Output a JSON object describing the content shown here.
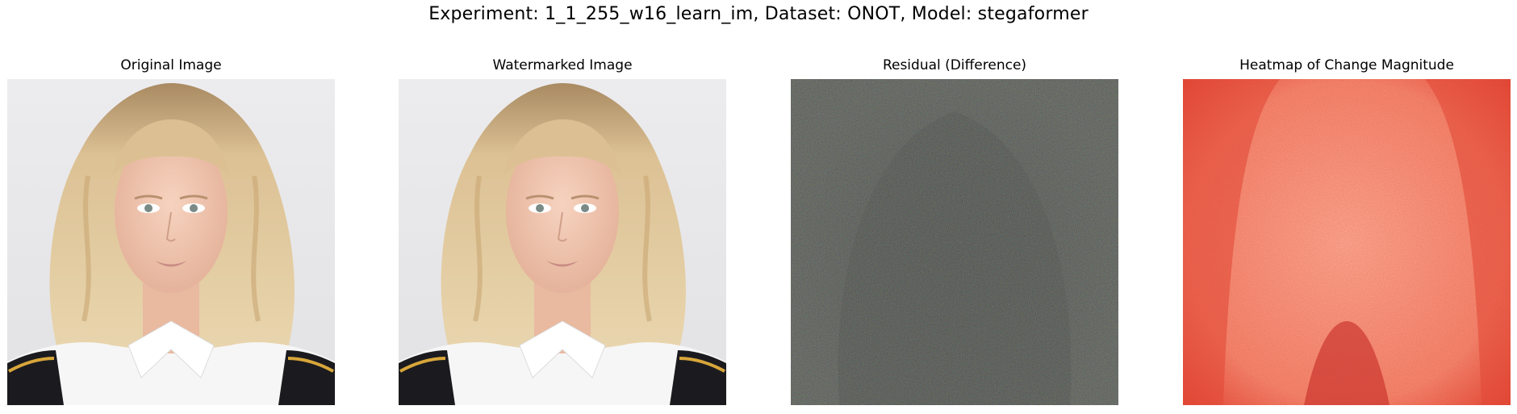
{
  "suptitle": "Experiment: 1_1_255_w16_learn_im, Dataset: ONOT, Model: stegaformer",
  "panels": [
    {
      "title": "Original Image",
      "kind": "photo"
    },
    {
      "title": "Watermarked Image",
      "kind": "photo"
    },
    {
      "title": "Residual (Difference)",
      "kind": "noise"
    },
    {
      "title": "Heatmap of Change Magnitude",
      "kind": "heatmap"
    }
  ],
  "colors": {
    "background_photo": "#e9e9eb",
    "hair": "#d9bd8c",
    "skin": "#f0c8b2",
    "shirt": "#f7f7f7",
    "residual_base": "#2a2a28",
    "heatmap_high": "#a50f15",
    "heatmap_low": "#fcbba1"
  }
}
